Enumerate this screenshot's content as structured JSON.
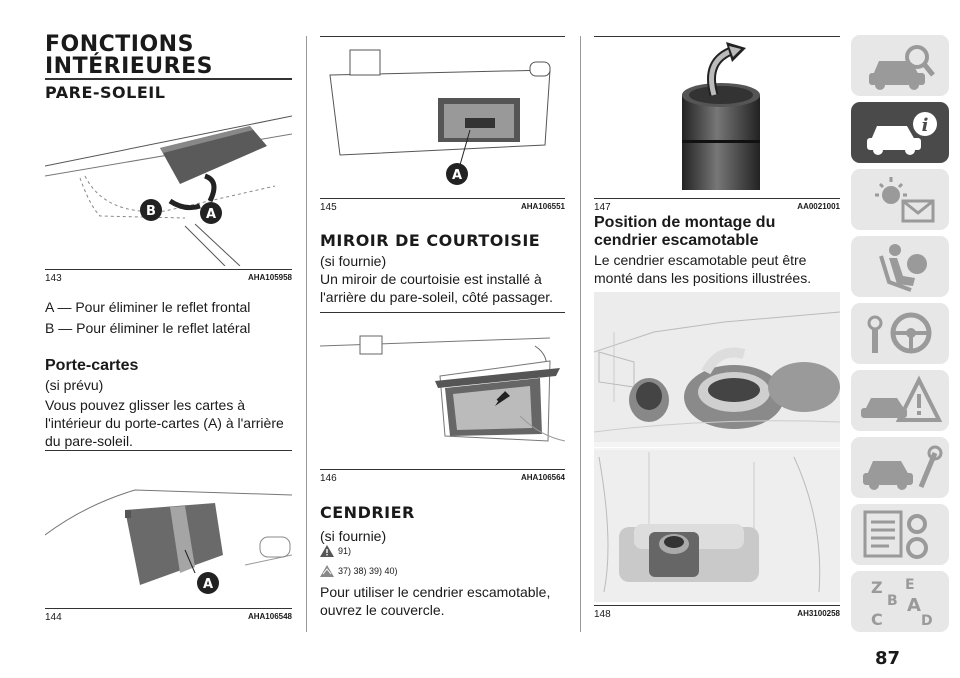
{
  "col1": {
    "title_line1": "FONCTIONS",
    "title_line2": "INTÉRIEURES",
    "section1": "PARE-SOLEIL",
    "fig143": {
      "num": "143",
      "code": "AHA105958"
    },
    "item_a": "A — Pour éliminer le reflet frontal",
    "item_b": "B — Pour éliminer le reflet latéral",
    "sub_porte": "Porte-cartes",
    "porte_note": "(si prévu)",
    "porte_text": "Vous pouvez glisser les cartes à l'intérieur du porte-cartes (A) à l'arrière du pare-soleil.",
    "fig144": {
      "num": "144",
      "code": "AHA106548"
    }
  },
  "col2": {
    "fig145": {
      "num": "145",
      "code": "AHA106551"
    },
    "section_miroir": "MIROIR DE COURTOISIE",
    "miroir_note": "(si fournie)",
    "miroir_text": "Un miroir de courtoisie est installé à l'arrière du pare-soleil, côté passager.",
    "fig146": {
      "num": "146",
      "code": "AHA106564"
    },
    "section_cendrier": "CENDRIER",
    "cendrier_note": "(si fournie)",
    "warn1_refs": "91)",
    "warn2_refs": "37) 38) 39) 40)",
    "cendrier_text": "Pour utiliser le cendrier escamotable, ouvrez le couvercle."
  },
  "col3": {
    "fig147": {
      "num": "147",
      "code": "AA0021001"
    },
    "sub_position": "Position de montage du cendrier escamotable",
    "position_text": "Le cendrier escamotable peut être monté dans les positions illustrées.",
    "fig148": {
      "num": "148",
      "code": "AH3100258"
    }
  },
  "figure_labels": {
    "a": "A",
    "b": "B"
  },
  "sidebar": {
    "icons": [
      "car-search-icon",
      "car-info-icon",
      "warning-lights-icon",
      "airbag-seat-icon",
      "key-steering-icon",
      "breakdown-triangle-icon",
      "car-service-icon",
      "technical-data-icon",
      "alphabetical-index-icon"
    ],
    "index_letters": [
      "Z",
      "E",
      "B",
      "A",
      "C",
      "D"
    ]
  },
  "page_number": "87",
  "colors": {
    "active_tab": "#4a4a4a",
    "inactive_tab": "#e7e7e7"
  }
}
